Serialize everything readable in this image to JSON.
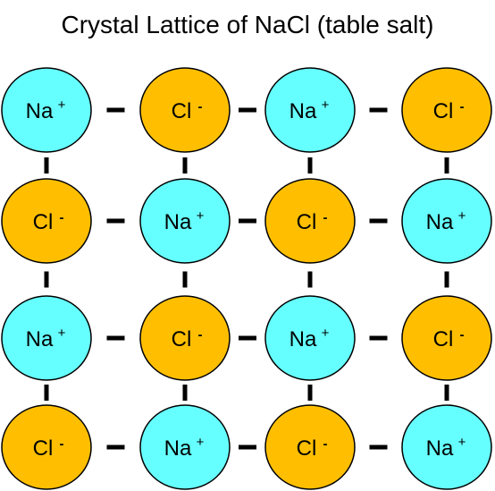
{
  "title": "Crystal Lattice of NaCl (table salt)",
  "ions": {
    "Na": {
      "symbol": "Na",
      "charge": "+",
      "fill": "#66FFFF"
    },
    "Cl": {
      "symbol": "Cl",
      "charge": "-",
      "fill": "#FFBF00"
    }
  },
  "grid": [
    [
      "Na",
      "Cl",
      "Na",
      "Cl"
    ],
    [
      "Cl",
      "Na",
      "Cl",
      "Na"
    ],
    [
      "Na",
      "Cl",
      "Na",
      "Cl"
    ],
    [
      "Cl",
      "Na",
      "Cl",
      "Na"
    ]
  ],
  "colors": {
    "outline": "#000000",
    "bond": "#000000"
  }
}
